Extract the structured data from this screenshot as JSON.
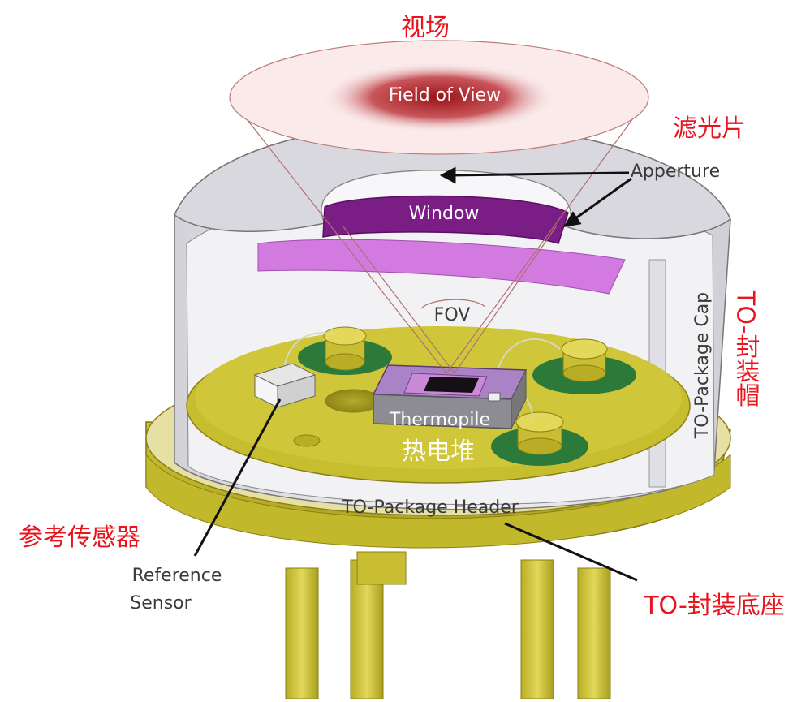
{
  "labels_cn": {
    "field_of_view": "视场",
    "filter": "滤光片",
    "to_cap": "TO-封装帽",
    "thermopile": "热电堆",
    "reference_sensor": "参考传感器",
    "to_header": "TO-封装底座"
  },
  "labels_en": {
    "field_of_view": "Field of View",
    "apperture": "Apperture",
    "window": "Window",
    "fov": "FOV",
    "to_cap": "TO-Package Cap",
    "thermopile": "Thermopile",
    "to_header": "TO-Package Header",
    "reference_sensor_line1": "Reference",
    "reference_sensor_line2": "Sensor"
  },
  "colors": {
    "label_red": "#e8141e",
    "label_dark": "#3a3a3a",
    "gold": "#c9c12c",
    "window_purple": "#7a1e86",
    "filter_violet": "#d27adf",
    "cap_gray": "#dcdce2",
    "fov_red": "#9b1418",
    "pad_green": "#2c7a3a"
  }
}
